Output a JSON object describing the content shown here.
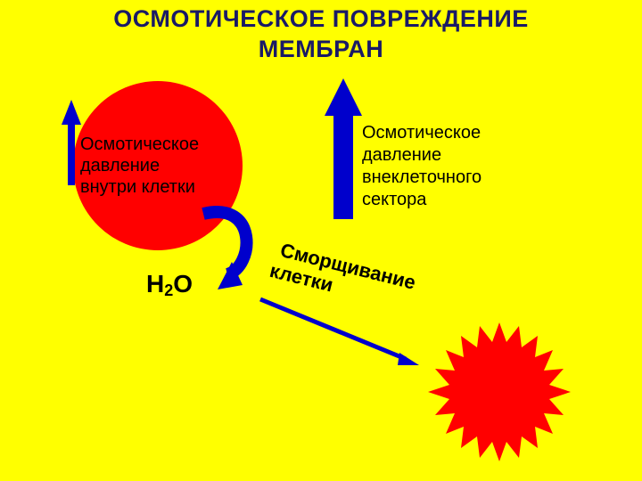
{
  "title": {
    "line1": "ОСМОТИЧЕСКОЕ ПОВРЕЖДЕНИЕ",
    "line2": "МЕМБРАН"
  },
  "inner_label": {
    "line1": "Осмотическое",
    "line2": "давление",
    "line3": "внутри клетки"
  },
  "outer_label": {
    "line1": "Осмотическое",
    "line2": "давление",
    "line3": "внеклеточного",
    "line4": "сектора"
  },
  "water": {
    "symbol": "H",
    "subscript": "2",
    "suffix": "O"
  },
  "shrink_label": {
    "line1": "Сморщивание",
    "line2": "клетки"
  },
  "colors": {
    "background": "#FFFF00",
    "cell": "#FF0000",
    "arrow": "#0000CC",
    "title": "#1a1a66"
  }
}
